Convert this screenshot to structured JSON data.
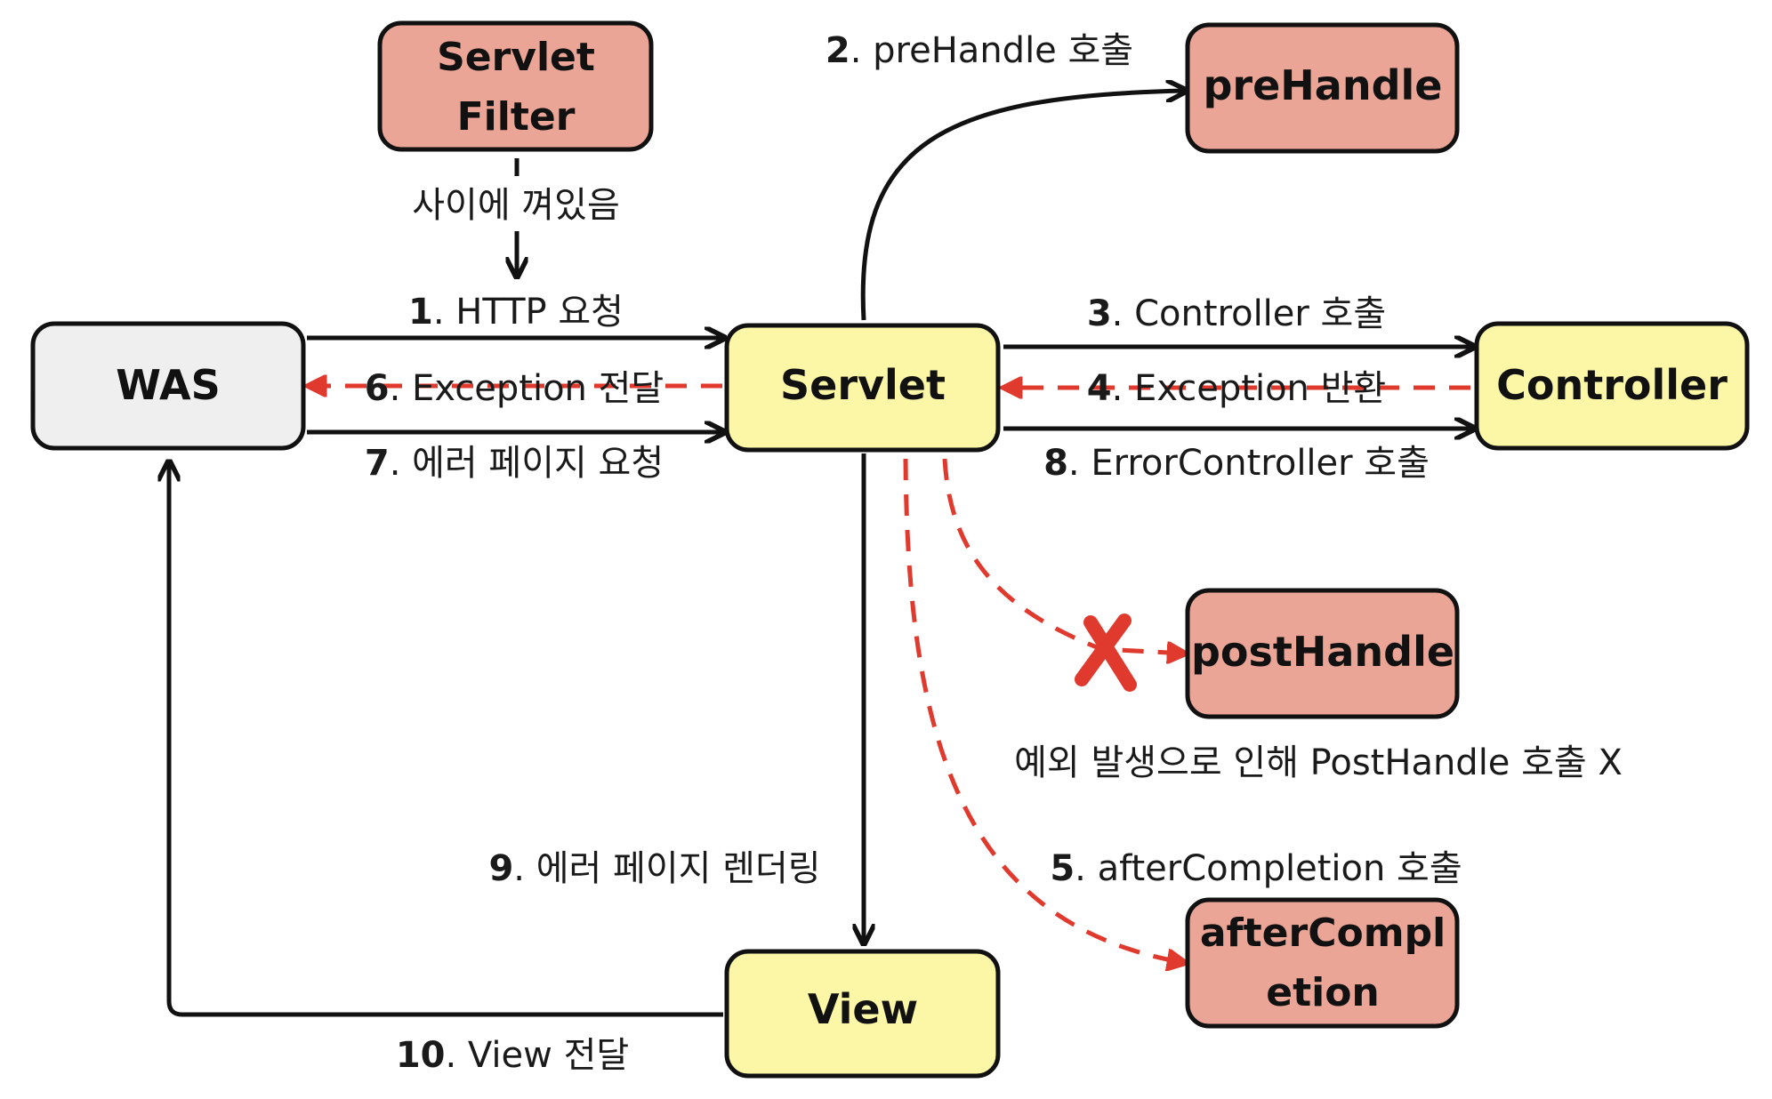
{
  "colors": {
    "was_fill": "#efefef",
    "yellow_fill": "#fcf7a6",
    "salmon_fill": "#eba596",
    "stroke": "#111111",
    "red_dash": "#e03a2f"
  },
  "nodes": {
    "was": "WAS",
    "servlet": "Servlet",
    "controller": "Controller",
    "view": "View",
    "servlet_filter_line1": "Servlet",
    "servlet_filter_line2": "Filter",
    "prehandle": "preHandle",
    "posthandle": "postHandle",
    "aftercompletion_line1": "afterCompl",
    "aftercompletion_line2": "etion"
  },
  "labels": {
    "filter_note": "사이에 껴있음",
    "step1_num": "1",
    "step1_text": ". HTTP 요청",
    "step2_num": "2",
    "step2_text": ". preHandle 호출",
    "step3_num": "3",
    "step3_text": ". Controller 호출",
    "step4_num": "4",
    "step4_text": ". Exception 반환",
    "step5_num": "5",
    "step5_text": ". afterCompletion 호출",
    "step6_num": "6",
    "step6_text": ". Exception 전달",
    "step7_num": "7",
    "step7_text": ". 에러 페이지 요청",
    "step8_num": "8",
    "step8_text": ". ErrorController 호출",
    "step9_num": "9",
    "step9_text": ". 에러 페이지 렌더링",
    "step10_num": "10",
    "step10_text": ". View 전달",
    "posthandle_note": "예외 발생으로 인해 PostHandle 호출 X"
  }
}
